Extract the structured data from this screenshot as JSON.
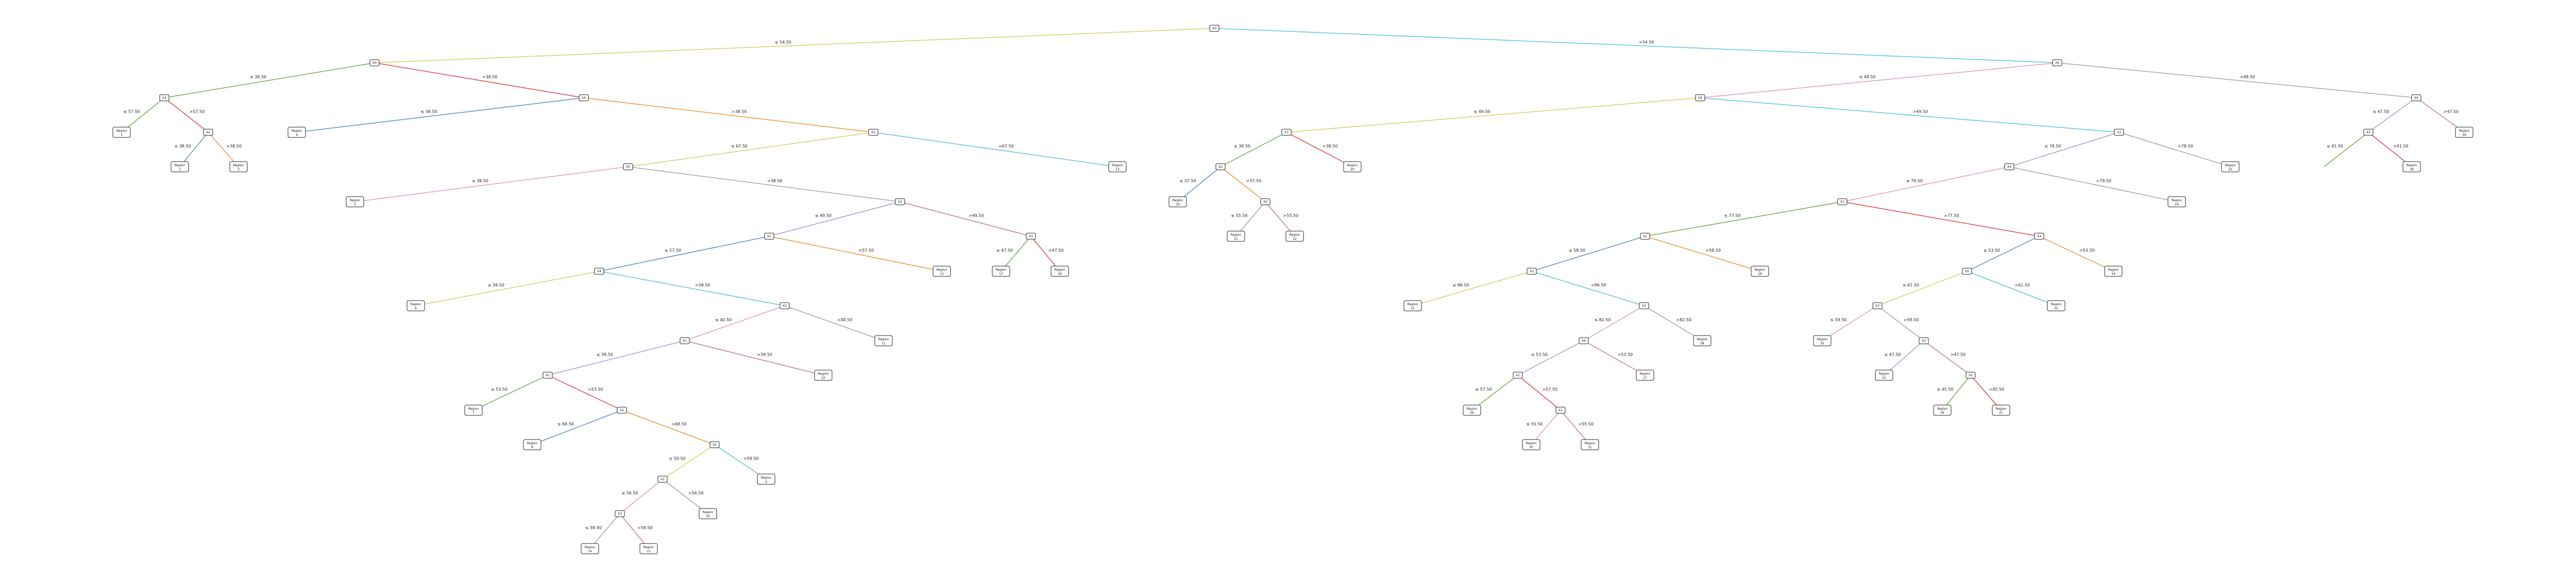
{
  "nodes": [
    {
      "id": "n0",
      "type": "split",
      "text": "X0"
    },
    {
      "id": "n1",
      "type": "split",
      "text": "X0"
    },
    {
      "id": "n2",
      "type": "split",
      "text": "X4"
    },
    {
      "id": "L1",
      "type": "leaf",
      "line1": "Region",
      "line2": "1"
    },
    {
      "id": "n3",
      "type": "split",
      "text": "X2"
    },
    {
      "id": "L2",
      "type": "leaf",
      "line1": "Region",
      "line2": "2"
    },
    {
      "id": "L3",
      "type": "leaf",
      "line1": "Region",
      "line2": "3"
    },
    {
      "id": "n4",
      "type": "split",
      "text": "X4"
    },
    {
      "id": "L4",
      "type": "leaf",
      "line1": "Region",
      "line2": "4"
    },
    {
      "id": "n5",
      "type": "split",
      "text": "X2"
    },
    {
      "id": "n6",
      "type": "split",
      "text": "X0"
    },
    {
      "id": "L5",
      "type": "leaf",
      "line1": "Region",
      "line2": "5"
    },
    {
      "id": "L6",
      "type": "leaf",
      "line1": "Region",
      "line2": "6"
    },
    {
      "id": "n7",
      "type": "split",
      "text": "X3"
    },
    {
      "id": "n8",
      "type": "split",
      "text": "X1"
    },
    {
      "id": "n9",
      "type": "split",
      "text": "X4"
    },
    {
      "id": "L7",
      "type": "leaf",
      "line1": "Region",
      "line2": "7"
    },
    {
      "id": "L8",
      "type": "leaf",
      "line1": "Region",
      "line2": "8"
    },
    {
      "id": "L9",
      "type": "leaf",
      "line1": "Region",
      "line2": "9"
    },
    {
      "id": "n10",
      "type": "split",
      "text": "X2"
    },
    {
      "id": "L10",
      "type": "leaf",
      "line1": "Region",
      "line2": "10"
    },
    {
      "id": "n11",
      "type": "split",
      "text": "X1"
    },
    {
      "id": "L11",
      "type": "leaf",
      "line1": "Region",
      "line2": "11"
    },
    {
      "id": "n12",
      "type": "split",
      "text": "X1"
    },
    {
      "id": "L12",
      "type": "leaf",
      "line1": "Region",
      "line2": "12"
    },
    {
      "id": "n13",
      "type": "split",
      "text": "X3"
    },
    {
      "id": "L13",
      "type": "leaf",
      "line1": "Region",
      "line2": "13"
    },
    {
      "id": "L14",
      "type": "leaf",
      "line1": "Region",
      "line2": "14"
    },
    {
      "id": "n14",
      "type": "split",
      "text": "X0"
    },
    {
      "id": "n15",
      "type": "split",
      "text": "X3"
    },
    {
      "id": "L15",
      "type": "leaf",
      "line1": "Region",
      "line2": "15"
    },
    {
      "id": "L16",
      "type": "leaf",
      "line1": "Region",
      "line2": "16"
    },
    {
      "id": "n16",
      "type": "split",
      "text": "X2"
    },
    {
      "id": "n17",
      "type": "split",
      "text": "X1"
    },
    {
      "id": "n18",
      "type": "split",
      "text": "X3"
    },
    {
      "id": "n19",
      "type": "split",
      "text": "X4"
    },
    {
      "id": "L17",
      "type": "leaf",
      "line1": "Region",
      "line2": "17"
    },
    {
      "id": "n20",
      "type": "split",
      "text": "X3"
    },
    {
      "id": "L18",
      "type": "leaf",
      "line1": "Region",
      "line2": "18"
    },
    {
      "id": "L19",
      "type": "leaf",
      "line1": "Region",
      "line2": "19"
    },
    {
      "id": "L20",
      "type": "leaf",
      "line1": "Region",
      "line2": "20"
    },
    {
      "id": "n21",
      "type": "split",
      "text": "X1"
    },
    {
      "id": "n22",
      "type": "split",
      "text": "X2"
    },
    {
      "id": "n23",
      "type": "split",
      "text": "X0"
    },
    {
      "id": "n24",
      "type": "split",
      "text": "X4"
    },
    {
      "id": "L21",
      "type": "leaf",
      "line1": "Region",
      "line2": "21"
    },
    {
      "id": "n25",
      "type": "split",
      "text": "X1"
    },
    {
      "id": "L22",
      "type": "leaf",
      "line1": "Region",
      "line2": "22"
    },
    {
      "id": "n26",
      "type": "split",
      "text": "X2"
    },
    {
      "id": "L23",
      "type": "leaf",
      "line1": "Region",
      "line2": "23"
    },
    {
      "id": "n27",
      "type": "split",
      "text": "X3"
    },
    {
      "id": "n28",
      "type": "split",
      "text": "X3"
    },
    {
      "id": "L24",
      "type": "leaf",
      "line1": "Region",
      "line2": "24"
    },
    {
      "id": "n29",
      "type": "split",
      "text": "X4"
    },
    {
      "id": "L25",
      "type": "leaf",
      "line1": "Region",
      "line2": "25"
    },
    {
      "id": "L26",
      "type": "leaf",
      "line1": "Region",
      "line2": "26"
    },
    {
      "id": "L27",
      "type": "leaf",
      "line1": "Region",
      "line2": "27"
    },
    {
      "id": "L28",
      "type": "leaf",
      "line1": "Region",
      "line2": "28"
    },
    {
      "id": "n30",
      "type": "split",
      "text": "X4"
    },
    {
      "id": "n31",
      "type": "split",
      "text": "X1"
    },
    {
      "id": "n32",
      "type": "split",
      "text": "X1"
    },
    {
      "id": "n33",
      "type": "split",
      "text": "X0"
    },
    {
      "id": "L29",
      "type": "leaf",
      "line1": "Region",
      "line2": "29"
    },
    {
      "id": "n34",
      "type": "split",
      "text": "X3"
    },
    {
      "id": "L30",
      "type": "leaf",
      "line1": "Region",
      "line2": "30"
    },
    {
      "id": "n35",
      "type": "split",
      "text": "X2"
    },
    {
      "id": "L31",
      "type": "leaf",
      "line1": "Region",
      "line2": "31"
    },
    {
      "id": "L32",
      "type": "leaf",
      "line1": "Region",
      "line2": "32"
    },
    {
      "id": "L33",
      "type": "leaf",
      "line1": "Region",
      "line2": "33"
    },
    {
      "id": "L34",
      "type": "leaf",
      "line1": "Region",
      "line2": "34"
    },
    {
      "id": "L35",
      "type": "leaf",
      "line1": "Region",
      "line2": "35"
    },
    {
      "id": "n36",
      "type": "split",
      "text": "X3"
    },
    {
      "id": "n37",
      "type": "split",
      "text": "X2"
    },
    {
      "id": "n38",
      "type": "split",
      "text": "X4"
    },
    {
      "id": "L36",
      "type": "leaf",
      "line1": "Region",
      "line2": "36"
    },
    {
      "id": "L37",
      "type": "leaf",
      "line1": "Region",
      "line2": "37"
    },
    {
      "id": "L38",
      "type": "leaf",
      "line1": "Region",
      "line2": "38"
    },
    {
      "id": "L39",
      "type": "leaf",
      "line1": "Region",
      "line2": "39"
    }
  ],
  "edges": [
    {
      "from": "n0",
      "to": "n1",
      "label": "≤ 54.50",
      "color": "#d6cf6c"
    },
    {
      "from": "n0",
      "to": "n14",
      "label": ">54.50",
      "color": "#5ec3dc"
    },
    {
      "from": "n1",
      "to": "n2",
      "label": "≤ 38.50",
      "color": "#6ab04c"
    },
    {
      "from": "n1",
      "to": "n4",
      "label": ">38.50",
      "color": "#d94a4a"
    },
    {
      "from": "n2",
      "to": "L1",
      "label": "≤ 57.50",
      "color": "#6ab04c"
    },
    {
      "from": "n2",
      "to": "n3",
      "label": ">57.50",
      "color": "#d94a4a"
    },
    {
      "from": "n3",
      "to": "L2",
      "label": "≤ 38.50",
      "color": "#5b8fc9"
    },
    {
      "from": "n3",
      "to": "L3",
      "label": ">38.50",
      "color": "#f0943c"
    },
    {
      "from": "n4",
      "to": "L4",
      "label": "≤ 38.50",
      "color": "#5b8fc9"
    },
    {
      "from": "n4",
      "to": "n5",
      "label": ">38.50",
      "color": "#f0943c"
    },
    {
      "from": "n5",
      "to": "n6",
      "label": "≤ 67.50",
      "color": "#d6cf6c"
    },
    {
      "from": "n5",
      "to": "L13",
      "label": ">67.50",
      "color": "#5ec3dc"
    },
    {
      "from": "n6",
      "to": "L5",
      "label": "≤ 38.50",
      "color": "#e39ac4"
    },
    {
      "from": "n6",
      "to": "n7",
      "label": ">38.50",
      "color": "#a6a0b4"
    },
    {
      "from": "n7",
      "to": "n8",
      "label": "≤ 49.50",
      "color": "#a89ad4"
    },
    {
      "from": "n7",
      "to": "n13",
      "label": ">49.50",
      "color": "#c97a96"
    },
    {
      "from": "n8",
      "to": "n9",
      "label": "≤ 57.50",
      "color": "#5b8fc9"
    },
    {
      "from": "n8",
      "to": "L12",
      "label": ">57.50",
      "color": "#f0943c"
    },
    {
      "from": "n9",
      "to": "L6",
      "label": "≤ 58.50",
      "color": "#d6cf6c"
    },
    {
      "from": "n9",
      "to": "n10",
      "label": ">58.50",
      "color": "#5ec3dc"
    },
    {
      "from": "n10",
      "to": "n11",
      "label": "≤ 40.50",
      "color": "#e39ac4"
    },
    {
      "from": "n10",
      "to": "L11",
      "label": ">40.50",
      "color": "#a6a0b4"
    },
    {
      "from": "n11",
      "to": "n12",
      "label": "≤ 58.50",
      "color": "#a89ad4"
    },
    {
      "from": "n11",
      "to": "L10",
      "label": ">58.50",
      "color": "#c97a96"
    },
    {
      "from": "n12",
      "to": "L7",
      "label": "≤ 53.50",
      "color": "#6ab04c"
    },
    {
      "from": "n12",
      "to": "n15",
      "label": ">53.50",
      "color": "#d94a4a"
    },
    {
      "from": "n15",
      "to": "L8",
      "label": "≤ 68.50",
      "color": "#5b8fc9"
    },
    {
      "from": "n15",
      "to": "n16",
      "label": ">68.50",
      "color": "#f0943c"
    },
    {
      "from": "n16",
      "to": "n17",
      "label": "≤ 59.50",
      "color": "#d6cf6c"
    },
    {
      "from": "n16",
      "to": "L9",
      "label": ">59.50",
      "color": "#5ec3dc"
    },
    {
      "from": "n17",
      "to": "n18",
      "label": "≤ 56.50",
      "color": "#e39ac4"
    },
    {
      "from": "n17",
      "to": "L16",
      "label": ">56.50",
      "color": "#a6a0b4"
    },
    {
      "from": "n18",
      "to": "L14",
      "label": "≤ 59.50",
      "color": "#a89ad4"
    },
    {
      "from": "n18",
      "to": "L15",
      "label": ">59.50",
      "color": "#c97a96"
    },
    {
      "from": "n13",
      "to": "L17",
      "label": "≤ 47.50",
      "color": "#6ab04c"
    },
    {
      "from": "n13",
      "to": "L18",
      "label": ">47.50",
      "color": "#d94a4a"
    },
    {
      "from": "n14",
      "to": "n19",
      "label": "≤ 48.50",
      "color": "#e39ac4"
    },
    {
      "from": "n14",
      "to": "n38",
      "label": ">48.50",
      "color": "#a6a0b4"
    },
    {
      "from": "n19",
      "to": "n20",
      "label": "≤ 49.50",
      "color": "#d6cf6c"
    },
    {
      "from": "n19",
      "to": "n21",
      "label": ">49.50",
      "color": "#5ec3dc"
    },
    {
      "from": "n20",
      "to": "n22",
      "label": "≤ 38.50",
      "color": "#6ab04c"
    },
    {
      "from": "n20",
      "to": "L20",
      "label": ">38.50",
      "color": "#d94a4a"
    },
    {
      "from": "n22",
      "to": "L19",
      "label": "≤ 37.50",
      "color": "#5b8fc9"
    },
    {
      "from": "n22",
      "to": "n23",
      "label": ">37.50",
      "color": "#f0943c"
    },
    {
      "from": "n23",
      "to": "L21",
      "label": "≤ 55.50",
      "color": "#a89ad4"
    },
    {
      "from": "n23",
      "to": "L22",
      "label": ">55.50",
      "color": "#c97a96"
    },
    {
      "from": "n21",
      "to": "n24",
      "label": "≤ 78.50",
      "color": "#a89ad4"
    },
    {
      "from": "n21",
      "to": "L23",
      "label": ">78.50",
      "color": "#a6a0b4"
    },
    {
      "from": "n24",
      "to": "n25",
      "label": "≤ 79.50",
      "color": "#e39ac4"
    },
    {
      "from": "n24",
      "to": "L24",
      "label": ">79.50",
      "color": "#a6a0b4"
    },
    {
      "from": "n25",
      "to": "n26",
      "label": "≤ 77.50",
      "color": "#6ab04c"
    },
    {
      "from": "n25",
      "to": "n30",
      "label": ">77.50",
      "color": "#d94a4a"
    },
    {
      "from": "n26",
      "to": "n27",
      "label": "≤ 58.50",
      "color": "#5b8fc9"
    },
    {
      "from": "n26",
      "to": "L26",
      "label": ">58.50",
      "color": "#f0943c"
    },
    {
      "from": "n27",
      "to": "L25",
      "label": "≤ 86.50",
      "color": "#d6cf6c"
    },
    {
      "from": "n27",
      "to": "n28",
      "label": ">86.50",
      "color": "#5ec3dc"
    },
    {
      "from": "n28",
      "to": "n29",
      "label": "≤ 82.50",
      "color": "#e39ac4"
    },
    {
      "from": "n28",
      "to": "L28",
      "label": ">82.50",
      "color": "#a6a0b4"
    },
    {
      "from": "n29",
      "to": "n31",
      "label": "≤ 53.50",
      "color": "#a89ad4"
    },
    {
      "from": "n29",
      "to": "L27",
      "label": ">53.50",
      "color": "#c97a96"
    },
    {
      "from": "n31",
      "to": "L29",
      "label": "≤ 57.50",
      "color": "#6ab04c"
    },
    {
      "from": "n31",
      "to": "n32",
      "label": ">57.50",
      "color": "#d94a4a"
    },
    {
      "from": "n32",
      "to": "L30",
      "label": "≤ 55.50",
      "color": "#e39ac4"
    },
    {
      "from": "n32",
      "to": "L31",
      "label": ">55.50",
      "color": "#c97a96"
    },
    {
      "from": "n30",
      "to": "n33",
      "label": "≤ 53.50",
      "color": "#5b8fc9"
    },
    {
      "from": "n30",
      "to": "L34",
      "label": ">53.50",
      "color": "#f0943c"
    },
    {
      "from": "n33",
      "to": "n34",
      "label": "≤ 61.50",
      "color": "#d6cf6c"
    },
    {
      "from": "n33",
      "to": "L35",
      "label": ">61.50",
      "color": "#5ec3dc"
    },
    {
      "from": "n34",
      "to": "L32",
      "label": "≤ 59.50",
      "color": "#e39ac4"
    },
    {
      "from": "n34",
      "to": "n35",
      "label": ">59.50",
      "color": "#a6a0b4"
    },
    {
      "from": "n35",
      "to": "L33",
      "label": "≤ 47.50",
      "color": "#a89ad4"
    },
    {
      "from": "n35",
      "to": "n37",
      "label": ">47.50",
      "color": "#c97a96"
    },
    {
      "from": "n37",
      "to": "L36",
      "label": "≤ 45.50",
      "color": "#6ab04c"
    },
    {
      "from": "n37",
      "to": "L37",
      "label": ">45.50",
      "color": "#d94a4a"
    },
    {
      "from": "n38",
      "to": "n36",
      "label": "≤ 47.50",
      "color": "#a89ad4"
    },
    {
      "from": "n38",
      "to": "L39",
      "label": ">47.50",
      "color": "#c97a96"
    },
    {
      "from": "n36",
      "to": "n39",
      "label": "≤ 41.50",
      "color": "#6ab04c"
    },
    {
      "from": "n36",
      "to": "L38",
      "label": ">41.50",
      "color": "#d94a4a"
    }
  ]
}
